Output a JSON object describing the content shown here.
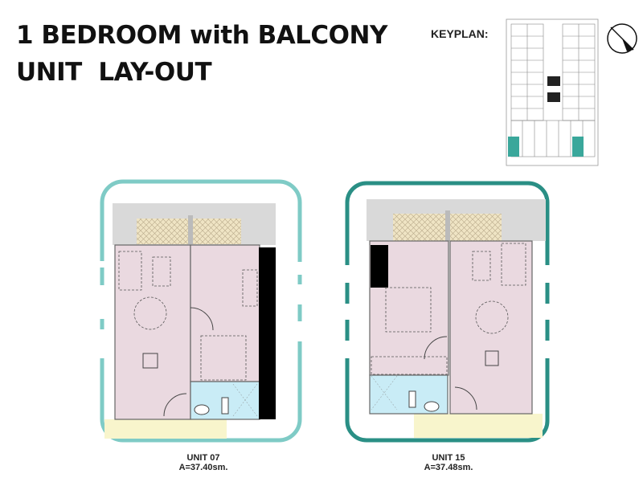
{
  "title": {
    "line1": "1 BEDROOM with BALCONY",
    "line2": "UNIT  LAY-OUT"
  },
  "keyplan": {
    "label": "KEYPLAN:"
  },
  "units": [
    {
      "name": "UNIT 07",
      "area": "A=37.40sm."
    },
    {
      "name": "UNIT 15",
      "area": "A=37.48sm."
    }
  ],
  "colors": {
    "frame_light": "#7fcbc6",
    "frame_dark": "#2a8f85",
    "room": "#ead9e0",
    "bath": "#c9ecf6",
    "corridor": "#f8f5cc",
    "wall_band": "#d9d9d9"
  }
}
